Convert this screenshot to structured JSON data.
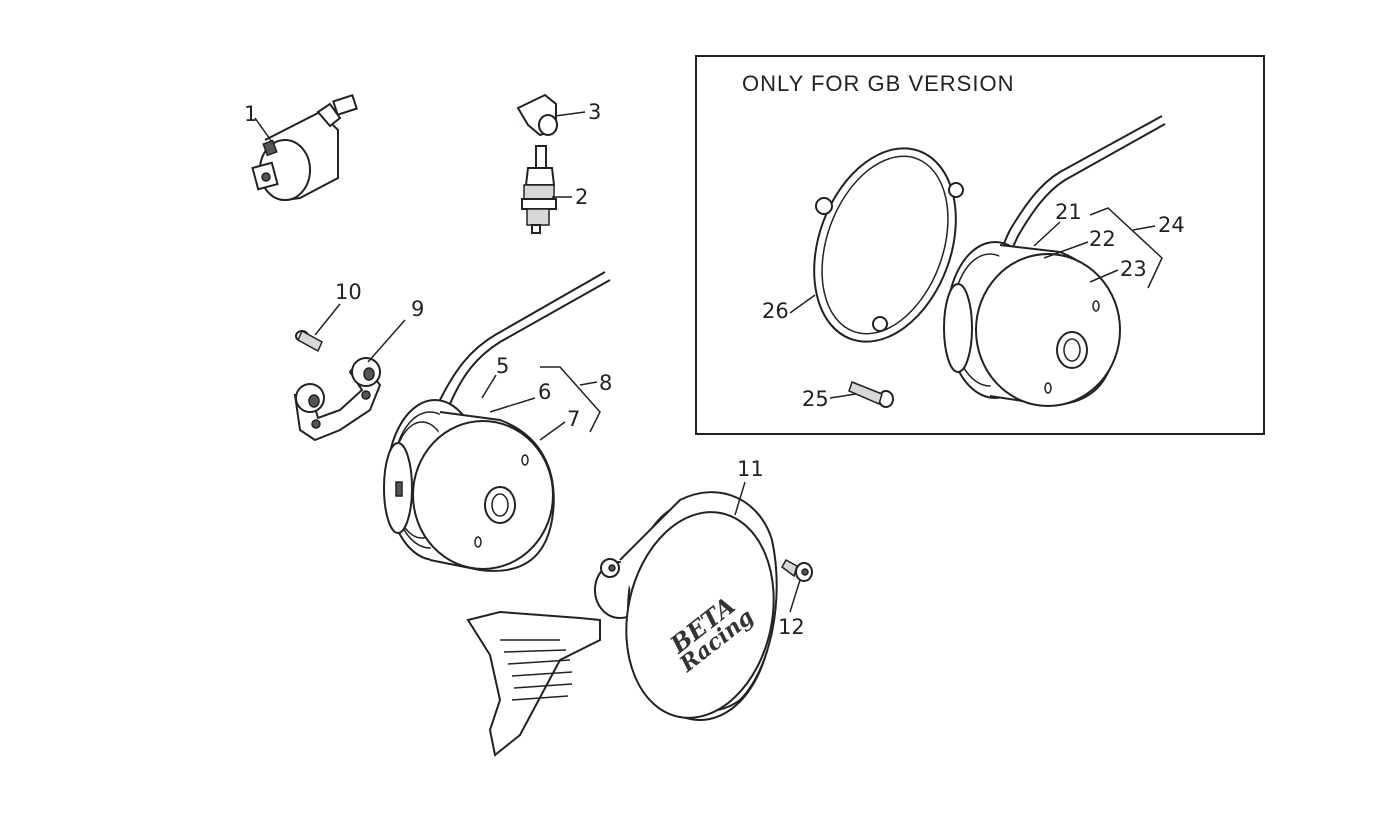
{
  "box": {
    "title": "ONLY FOR GB VERSION"
  },
  "cover": {
    "brand_top": "BETA",
    "brand_bottom": "Racing"
  },
  "labels": {
    "n1": "1",
    "n2": "2",
    "n3": "3",
    "n5": "5",
    "n6": "6",
    "n7": "7",
    "n8": "8",
    "n9": "9",
    "n10": "10",
    "n11": "11",
    "n12": "12",
    "n21": "21",
    "n22": "22",
    "n23": "23",
    "n24": "24",
    "n25": "25",
    "n26": "26"
  },
  "colors": {
    "line": "#222222",
    "background": "#ffffff",
    "shade": "#d8d8d8"
  }
}
